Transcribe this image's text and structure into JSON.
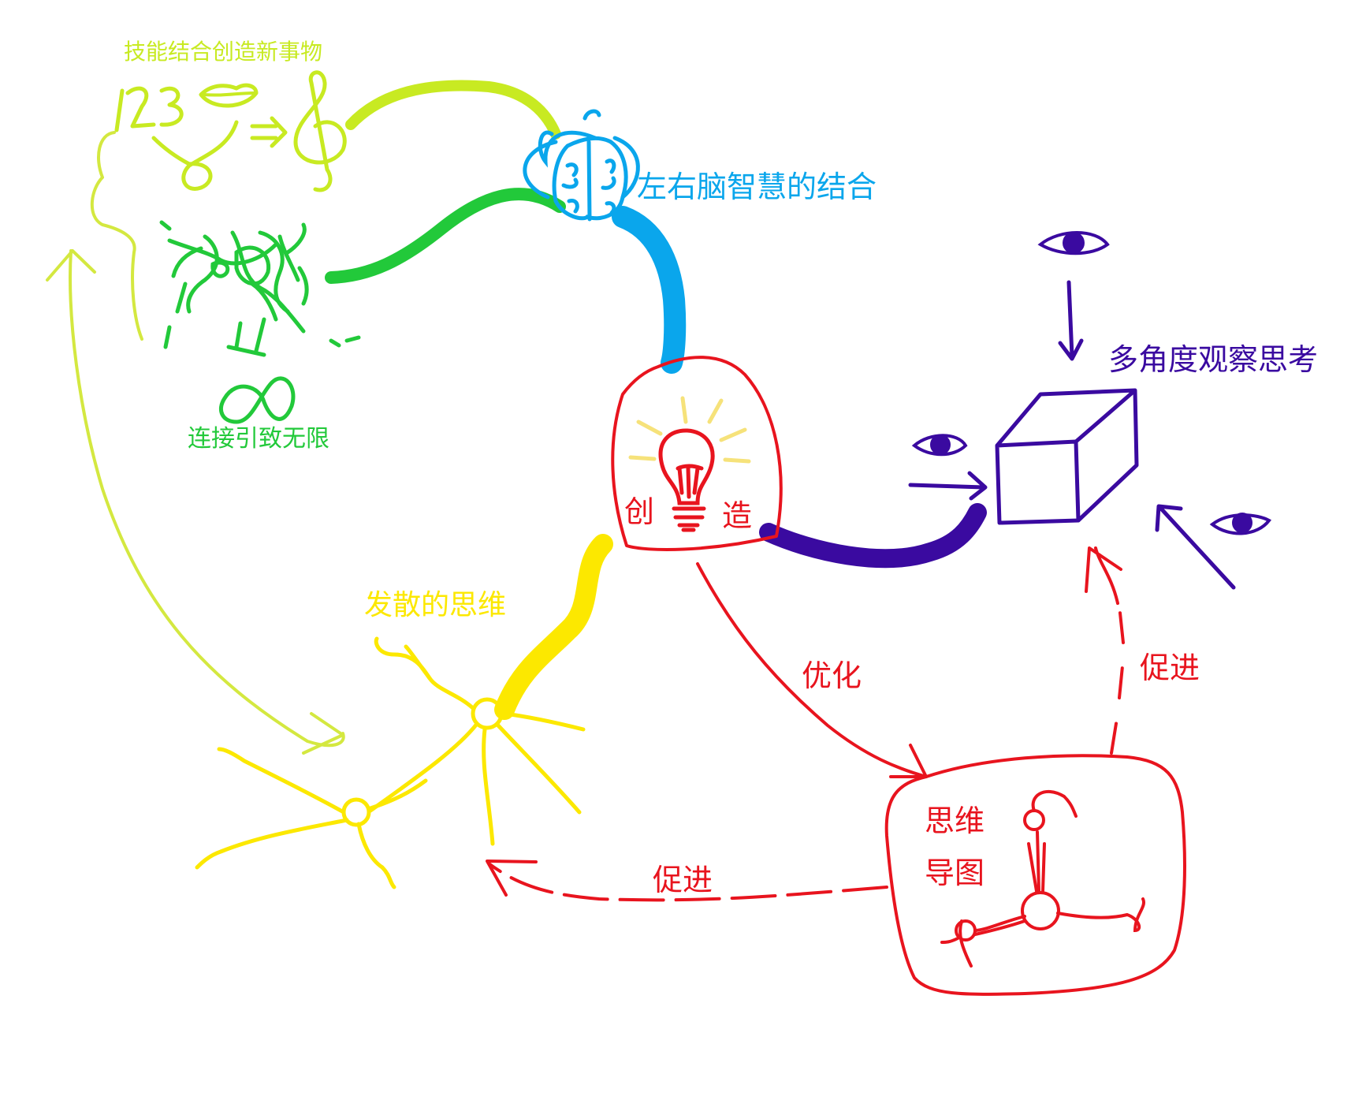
{
  "colors": {
    "lime": "#c8ea22",
    "yellowgreen": "#d4e840",
    "green": "#22c93a",
    "blue": "#0aa6ec",
    "red": "#e8141e",
    "yellow": "#fce800",
    "purple": "#3a0aa0",
    "lightyellow": "#f6e27a"
  },
  "labels": {
    "skills": "技能结合创造新事物",
    "brain": "左右脑智慧的结合",
    "connect": "连接引致无限",
    "create_left": "创",
    "create_right": "造",
    "multi": "多角度观察思考",
    "divergent": "发散的思维",
    "optimize": "优化",
    "promote_right": "促进",
    "promote_bottom": "促进",
    "mindmap_line1": "思维",
    "mindmap_line2": "导图",
    "numbers": "123"
  },
  "icons": [
    "lips-icon",
    "treble-clef-icon",
    "brain-icon",
    "neuron-network-icon",
    "infinity-icon",
    "lightbulb-icon",
    "eye-icon",
    "cube-icon",
    "neuron-icon",
    "mindmap-node-icon"
  ]
}
